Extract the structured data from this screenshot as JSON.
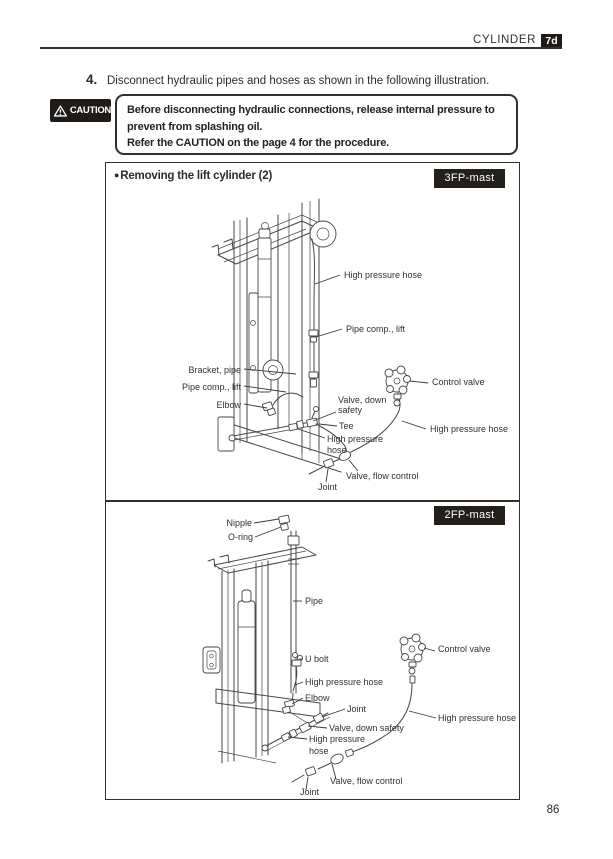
{
  "header": {
    "title": "CYLINDER",
    "section_badge": "7d"
  },
  "step": {
    "number": "4.",
    "text": "Disconnect hydraulic pipes and hoses as shown in the following illustration."
  },
  "caution": {
    "label": "CAUTION",
    "line1": "Before disconnecting hydraulic connections, release internal pressure to",
    "line2": "prevent from splashing oil.",
    "line3": "Refer the CAUTION on the page 4 for the procedure."
  },
  "figure": {
    "panel_3fp": {
      "bullet": "●",
      "title": "Removing the lift cylinder (2)",
      "badge": "3FP-mast",
      "labels": {
        "high_pressure_hose_top": "High pressure hose",
        "pipe_comp_lift_right": "Pipe comp., lift",
        "bracket_pipe": "Bracket, pipe",
        "pipe_comp_lift_left": "Pipe comp., lift",
        "elbow": "Elbow",
        "valve_down_l1": "Valve, down",
        "valve_down_l2": "safety",
        "tee": "Tee",
        "hp_small_l1": "High pressure",
        "hp_small_l2": "hose",
        "control_valve": "Control valve",
        "high_pressure_hose_right": "High pressure hose",
        "valve_flow_control": "Valve, flow control",
        "joint": "Joint"
      }
    },
    "panel_2fp": {
      "badge": "2FP-mast",
      "labels": {
        "nipple": "Nipple",
        "o_ring": "O-ring",
        "pipe": "Pipe",
        "u_bolt": "U bolt",
        "high_pressure_hose_left": "High pressure hose",
        "elbow": "Elbow",
        "joint_top": "Joint",
        "valve_down_safety": "Valve, down safety",
        "hp_small_l1": "High pressure",
        "hp_small_l2": "hose",
        "control_valve": "Control valve",
        "high_pressure_hose_right": "High pressure hose",
        "valve_flow_control": "Valve, flow control",
        "joint_bottom": "Joint"
      }
    }
  },
  "page_number": "86"
}
